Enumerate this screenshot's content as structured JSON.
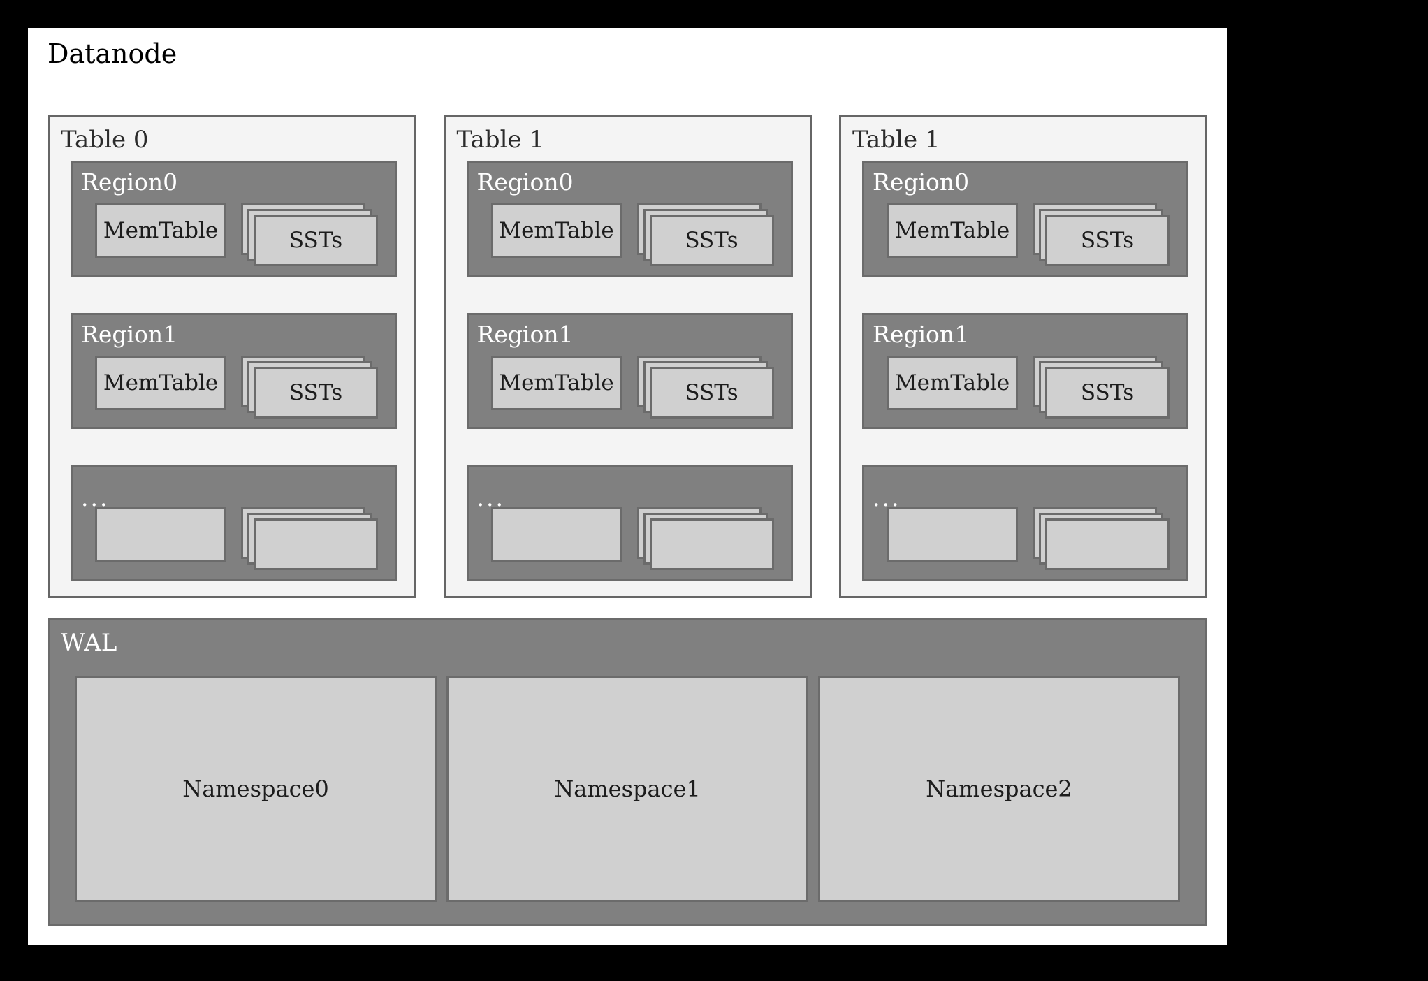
{
  "diagram": {
    "title": "Datanode",
    "colors": {
      "canvas": "#000000",
      "panel": "#ffffff",
      "table_panel": "#f4f4f4",
      "region": "#808080",
      "box": "#d0d0d0",
      "border": "#6b6b6b",
      "text_dark": "#1c1c1c",
      "text_light": "#ffffff"
    },
    "tables": [
      {
        "label": "Table 0",
        "regions": [
          {
            "label": "Region0",
            "is_ellipsis": false,
            "memtable": "MemTable",
            "sst": "SSTs",
            "sst_sheets": 3
          },
          {
            "label": "Region1",
            "is_ellipsis": false,
            "memtable": "MemTable",
            "sst": "SSTs",
            "sst_sheets": 3
          },
          {
            "label": "...",
            "is_ellipsis": true,
            "memtable": "",
            "sst": "",
            "sst_sheets": 3
          }
        ]
      },
      {
        "label": "Table 1",
        "regions": [
          {
            "label": "Region0",
            "is_ellipsis": false,
            "memtable": "MemTable",
            "sst": "SSTs",
            "sst_sheets": 3
          },
          {
            "label": "Region1",
            "is_ellipsis": false,
            "memtable": "MemTable",
            "sst": "SSTs",
            "sst_sheets": 3
          },
          {
            "label": "...",
            "is_ellipsis": true,
            "memtable": "",
            "sst": "",
            "sst_sheets": 3
          }
        ]
      },
      {
        "label": "Table 1",
        "regions": [
          {
            "label": "Region0",
            "is_ellipsis": false,
            "memtable": "MemTable",
            "sst": "SSTs",
            "sst_sheets": 3
          },
          {
            "label": "Region1",
            "is_ellipsis": false,
            "memtable": "MemTable",
            "sst": "SSTs",
            "sst_sheets": 3
          },
          {
            "label": "...",
            "is_ellipsis": true,
            "memtable": "",
            "sst": "",
            "sst_sheets": 3
          }
        ]
      }
    ],
    "wal": {
      "label": "WAL",
      "namespaces": [
        {
          "label": "Namespace0"
        },
        {
          "label": "Namespace1"
        },
        {
          "label": "Namespace2"
        }
      ]
    }
  }
}
